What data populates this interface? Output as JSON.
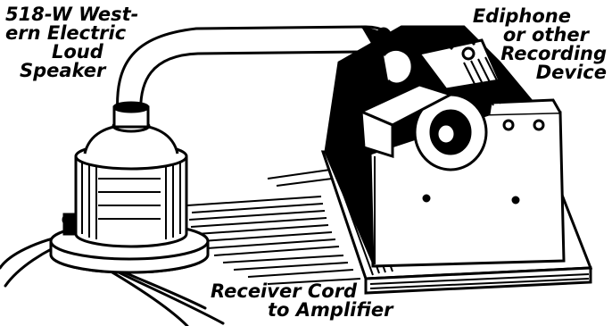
{
  "labels": {
    "speaker": [
      "518-W West-",
      "ern Electric",
      "Loud",
      "Speaker"
    ],
    "device": [
      "Ediphone",
      "or other",
      "Recording",
      "Device"
    ],
    "cord": [
      "Receiver Cord",
      "to Amplifier"
    ]
  },
  "colors": {
    "ink": "#000000",
    "paper": "#ffffff"
  }
}
